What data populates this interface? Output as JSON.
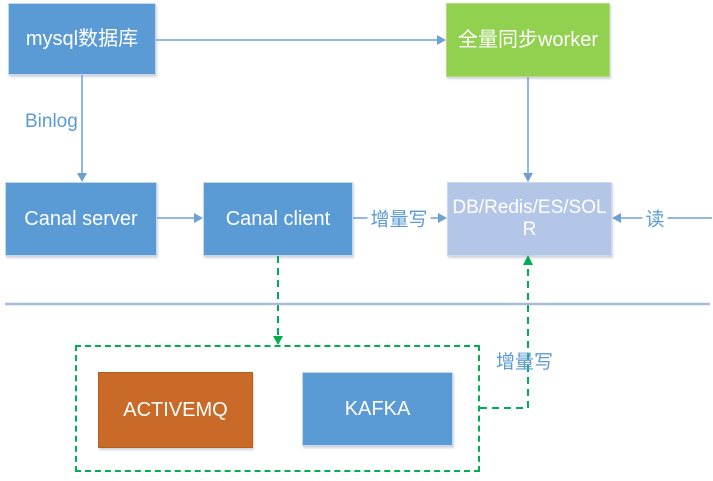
{
  "diagram": {
    "nodes": {
      "mysql_db": {
        "label": "mysql数据库"
      },
      "full_sync_worker": {
        "label": "全量同步worker"
      },
      "canal_server": {
        "label": "Canal server"
      },
      "canal_client": {
        "label": "Canal client"
      },
      "storage": {
        "label": "DB/Redis/ES/SOLR",
        "lines": [
          "DB/Redis/ES/SOL",
          "R"
        ]
      },
      "activemq": {
        "label": "ACTIVEMQ"
      },
      "kafka": {
        "label": "KAFKA"
      }
    },
    "edge_labels": {
      "binlog": "Binlog",
      "incremental_write": "增量写",
      "read": "读",
      "incremental_write_mq": "增量写"
    },
    "colors": {
      "accent_blue": "#5B9BD5",
      "light_blue": "#B4C6E7",
      "green_fill": "#92D050",
      "orange_fill": "#C96A28",
      "connector_blue": "#6FA0D4",
      "divider_blue": "#A7BCD9",
      "dashed_green": "#00B050",
      "label_text": "#5B9BD5",
      "box_text": "#FFFFFF"
    }
  }
}
